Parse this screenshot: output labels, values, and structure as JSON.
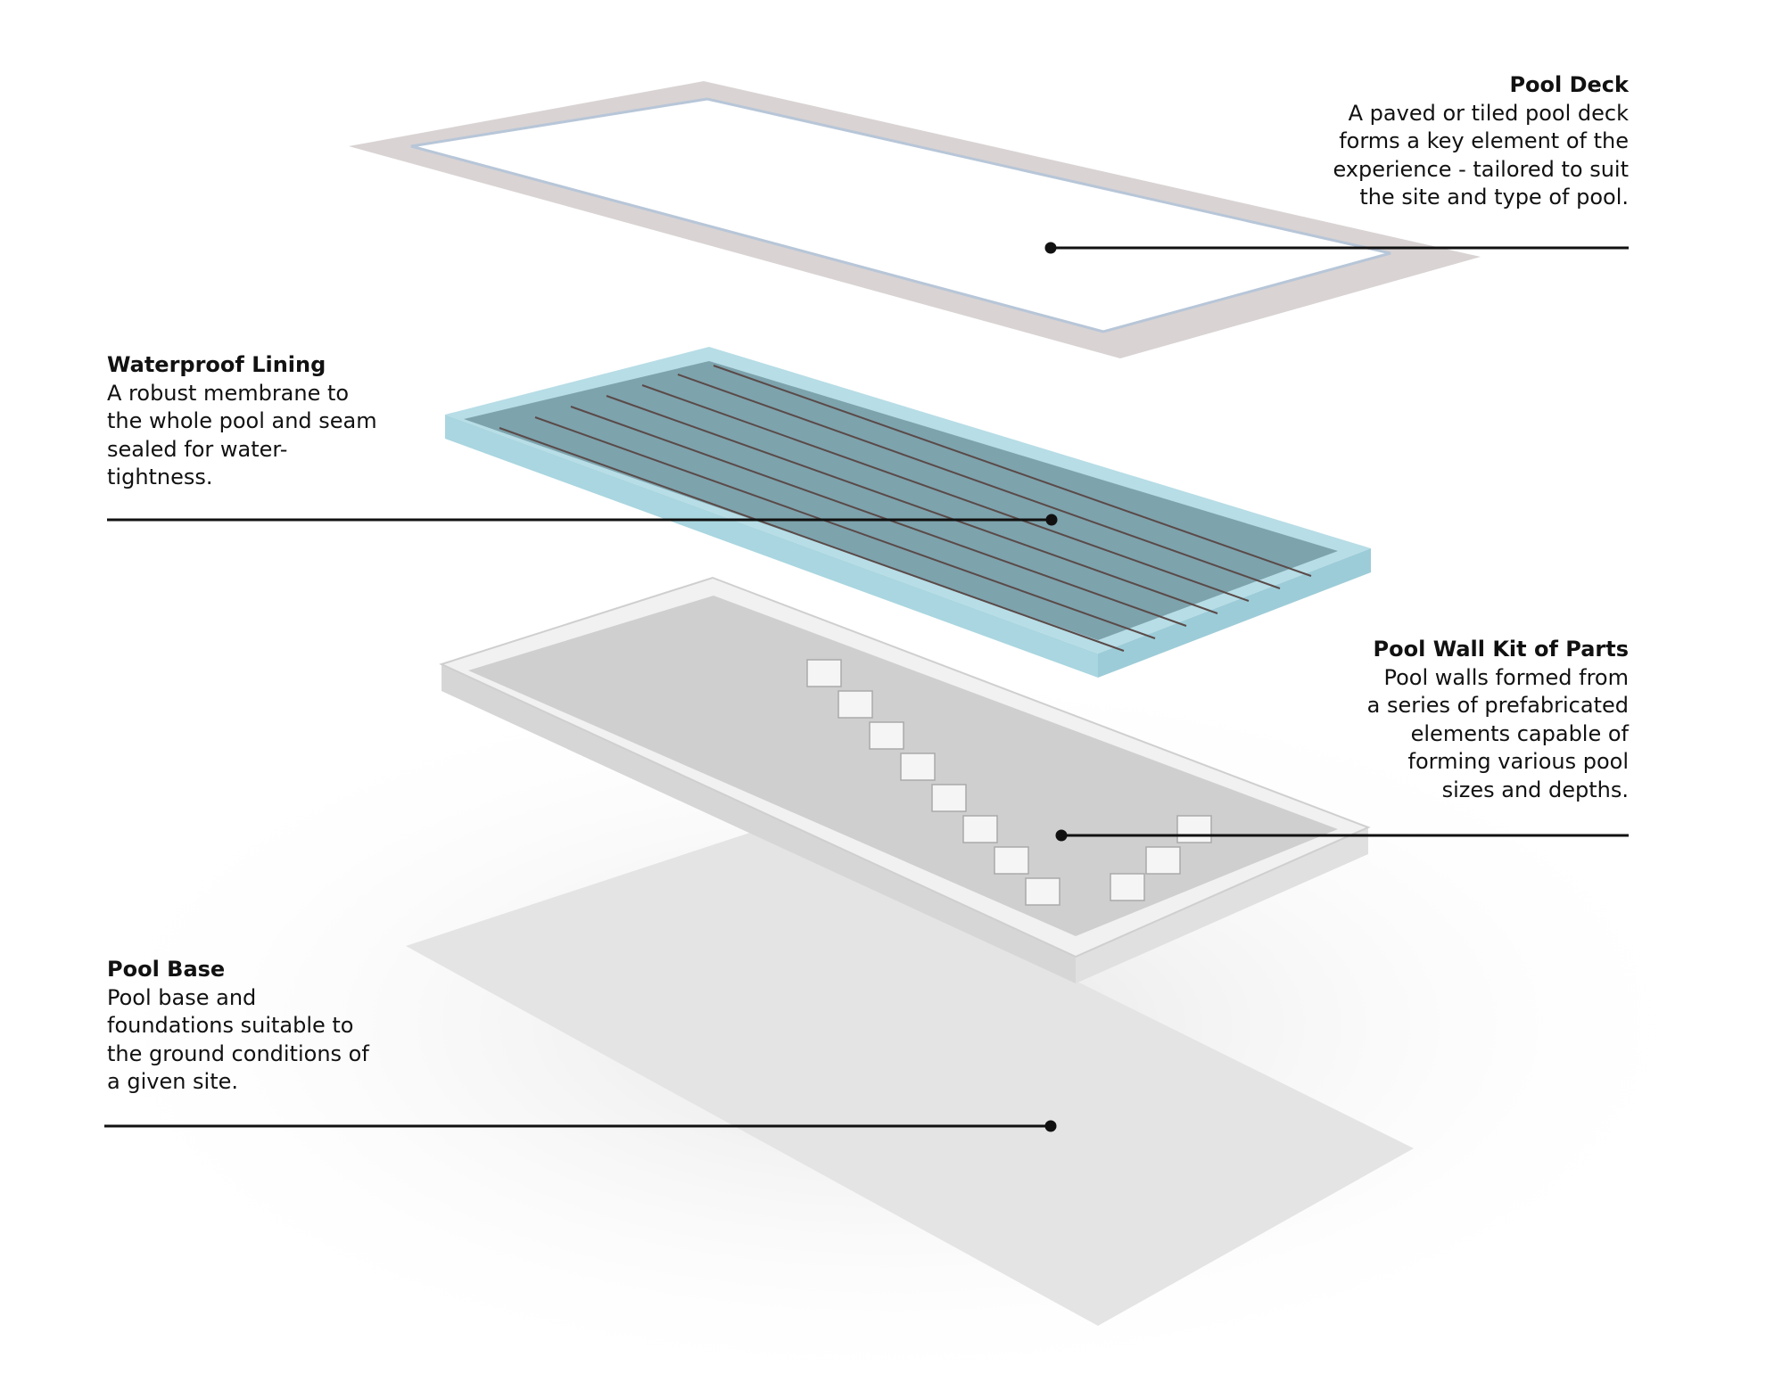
{
  "labels": [
    {
      "title": "Pool Deck",
      "description": "A paved or tiled pool deck\nforms a key element of the\nexperience - tailored to suit\nthe site and type of pool."
    },
    {
      "title": "Waterproof Lining",
      "description": "A robust membrane to\nthe whole pool and seam\nsealed for water-\ntightness."
    },
    {
      "title": "Pool Wall Kit of Parts",
      "description": "Pool walls formed from\na series of prefabricated\nelements capable of\nforming various pool\nsizes and depths."
    },
    {
      "title": "Pool Base",
      "description": "Pool base and\nfoundations suitable to\nthe ground conditions of\na given site."
    }
  ],
  "colors": {
    "deck": "#d9d3d3",
    "lining": "#a9d6e0",
    "wall": "#e6e6e6",
    "base": "#ececec",
    "leader": "#111111"
  }
}
